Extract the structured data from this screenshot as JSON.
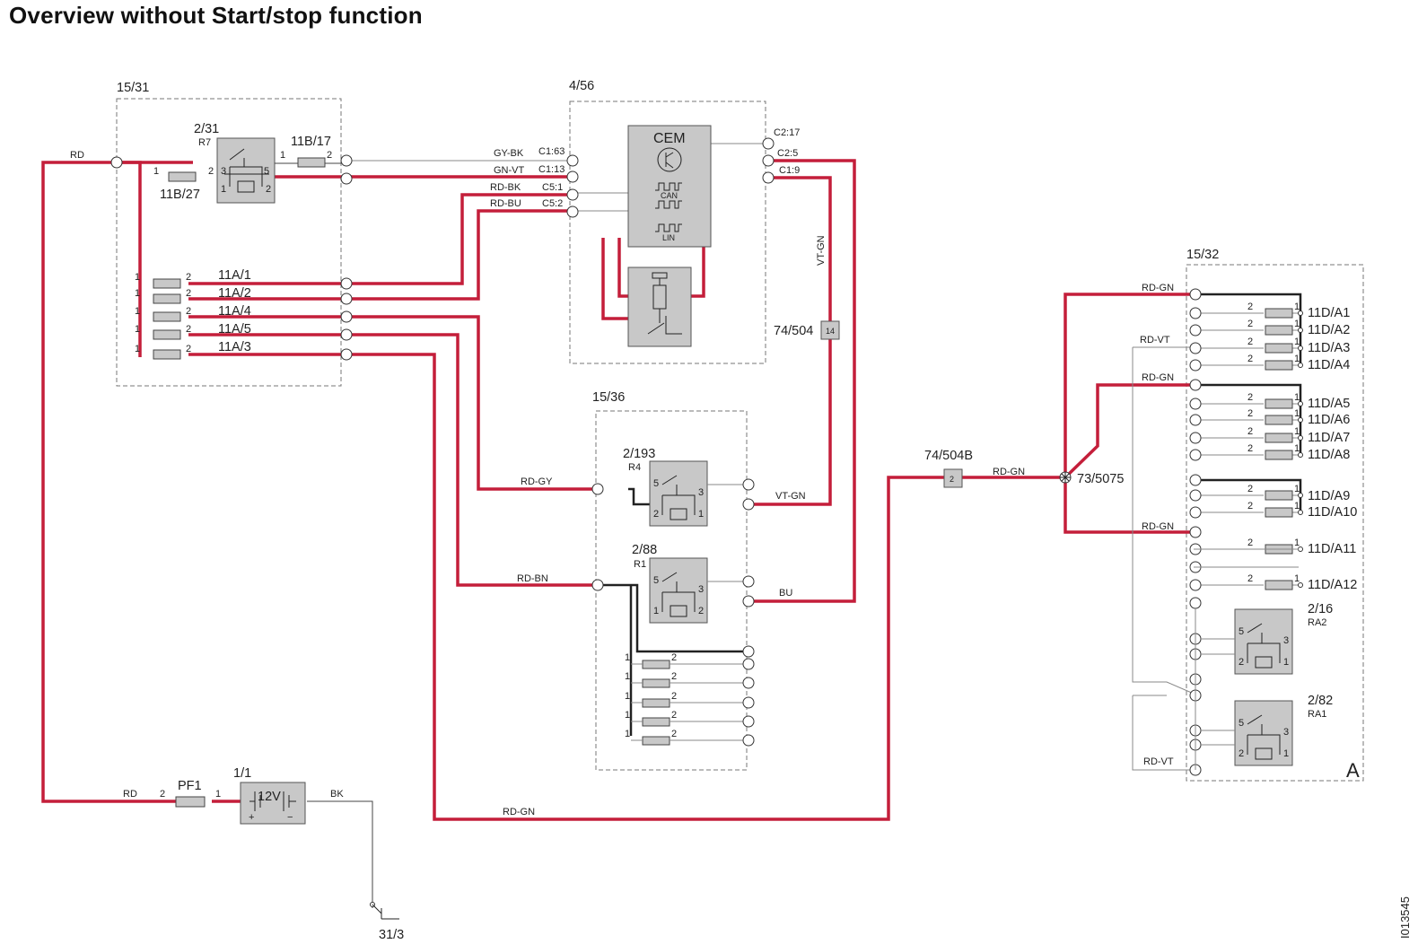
{
  "title": "Overview without Start/stop function",
  "figure_id": "I013545",
  "frames": {
    "f1531": "15/31",
    "f456": "4/56",
    "f1536": "15/36",
    "f1532": "15/32"
  },
  "components": {
    "relay_231": "2/31",
    "relay_231_ref": "R7",
    "fuse_11b17": "11B/17",
    "fuse_11b27": "11B/27",
    "cem": "CEM",
    "can": "CAN",
    "lin": "LIN",
    "relay_2193": "2/193",
    "relay_2193_ref": "R4",
    "relay_288": "2/88",
    "relay_288_ref": "R1",
    "conn_74504": "74/504",
    "conn_74504_pin": "14",
    "conn_74504b": "74/504B",
    "conn_74504b_pin": "2",
    "splice": "73/5075",
    "relay_216": "2/16",
    "relay_216_ref": "RA2",
    "relay_282": "2/82",
    "relay_282_ref": "RA1",
    "battery_ref": "1/1",
    "battery": "12V",
    "fuse_pf1": "PF1",
    "ground": "31/3",
    "box_a": "A"
  },
  "fuses_11a": [
    "11A/1",
    "11A/2",
    "11A/4",
    "11A/5",
    "11A/3"
  ],
  "fuses_11d": [
    "11D/A1",
    "11D/A2",
    "11D/A3",
    "11D/A4",
    "11D/A5",
    "11D/A6",
    "11D/A7",
    "11D/A8",
    "11D/A9",
    "11D/A10",
    "11D/A11",
    "11D/A12"
  ],
  "cem_pins": {
    "c163": "C1:63",
    "c113": "C1:13",
    "c51": "C5:1",
    "c52": "C5:2",
    "c217": "C2:17",
    "c25": "C2:5",
    "c19": "C1:9"
  },
  "wires": {
    "rd_top": "RD",
    "rd_bottom": "RD",
    "gy_bk": "GY-BK",
    "gn_vt": "GN-VT",
    "rd_bk": "RD-BK",
    "rd_bu": "RD-BU",
    "vt_gn_vertical": "VT-GN",
    "rd_gy": "RD-GY",
    "vt_gn": "VT-GN",
    "rd_bn": "RD-BN",
    "bu": "BU",
    "rd_gn_bottom": "RD-GN",
    "rd_gn_mid": "RD-GN",
    "bk": "BK",
    "rd_gn_r1": "RD-GN",
    "rd_vt_r1": "RD-VT",
    "rd_gn_r2": "RD-GN",
    "rd_gn_r3": "RD-GN",
    "rd_vt_r2": "RD-VT"
  },
  "pins": {
    "p1": "1",
    "p2": "2",
    "p3": "3",
    "p5": "5",
    "bat_plus": "+",
    "bat_minus": "−"
  },
  "colors": {
    "power_wire": "#c41e3a",
    "signal_wire": "#222222",
    "component_fill": "#c8c8c8",
    "frame": "#777777"
  }
}
